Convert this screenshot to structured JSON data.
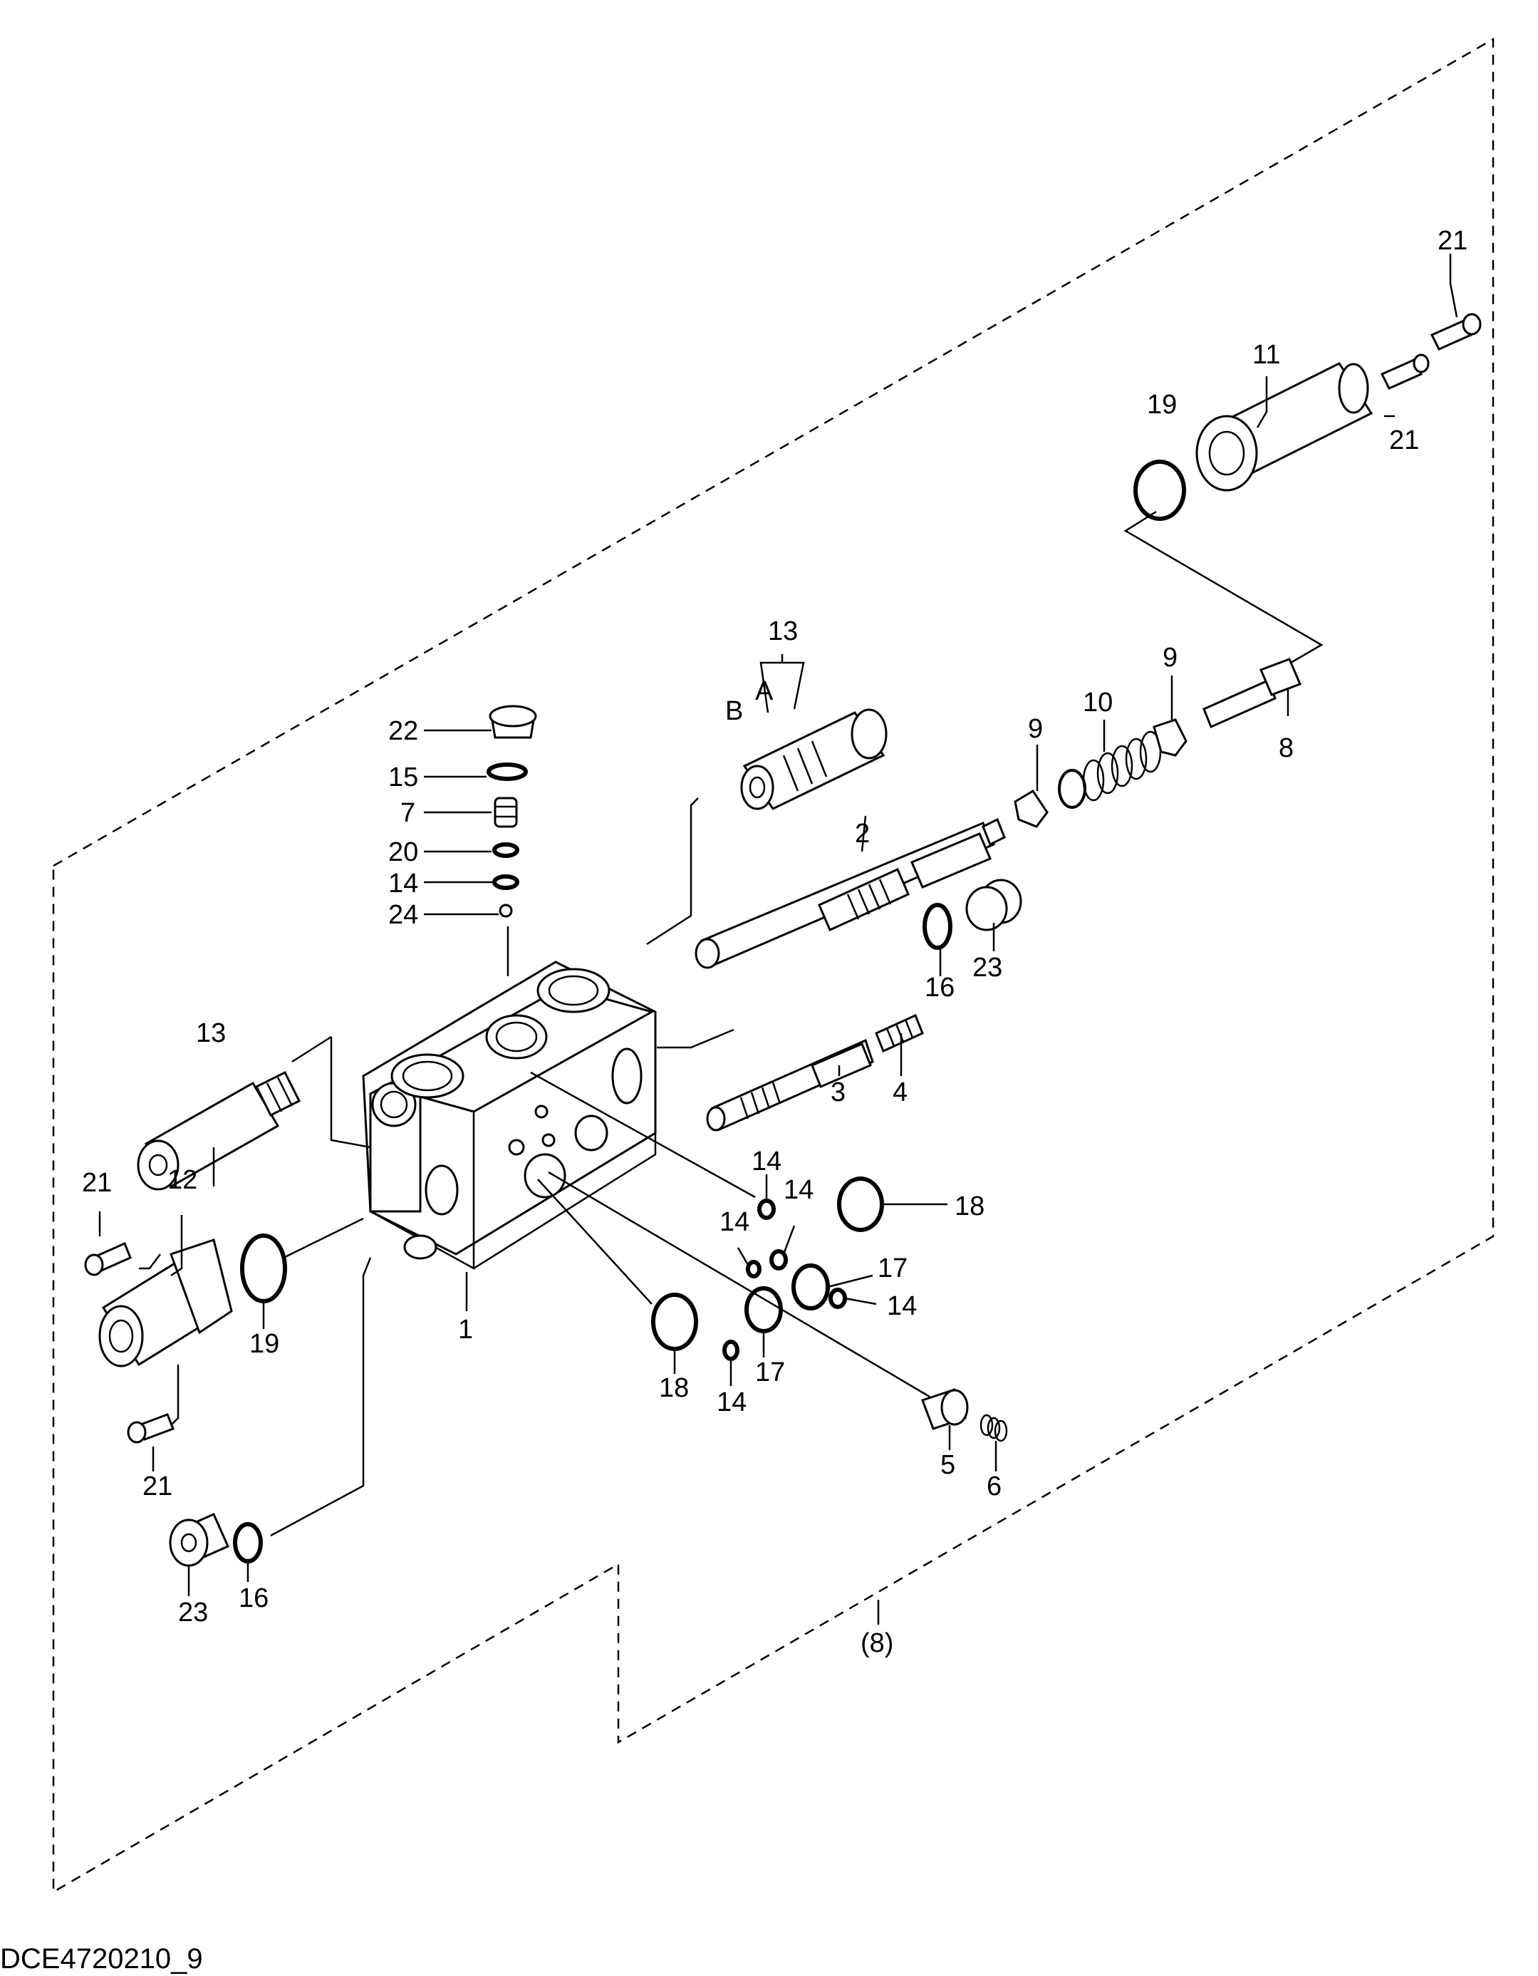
{
  "drawing_code": "DCE4720210_9",
  "assembly_ref": "(8)",
  "callouts": {
    "c1": "1",
    "c2": "2",
    "c3": "3",
    "c4": "4",
    "c5": "5",
    "c6": "6",
    "c7": "7",
    "c8": "8",
    "c9a": "9",
    "c9b": "9",
    "c10": "10",
    "c11": "11",
    "c12": "12",
    "c13a": "13",
    "c13b": "13",
    "c14a": "14",
    "c14b": "14",
    "c14c": "14",
    "c14d": "14",
    "c14e": "14",
    "c14f": "14",
    "c15": "15",
    "c16a": "16",
    "c16b": "16",
    "c17a": "17",
    "c17b": "17",
    "c18a": "18",
    "c18b": "18",
    "c19a": "19",
    "c19b": "19",
    "c20": "20",
    "c21a": "21",
    "c21b": "21",
    "c21c": "21",
    "c21d": "21",
    "c22": "22",
    "c23a": "23",
    "c23b": "23",
    "c24": "24",
    "cA": "A",
    "cB": "B"
  }
}
